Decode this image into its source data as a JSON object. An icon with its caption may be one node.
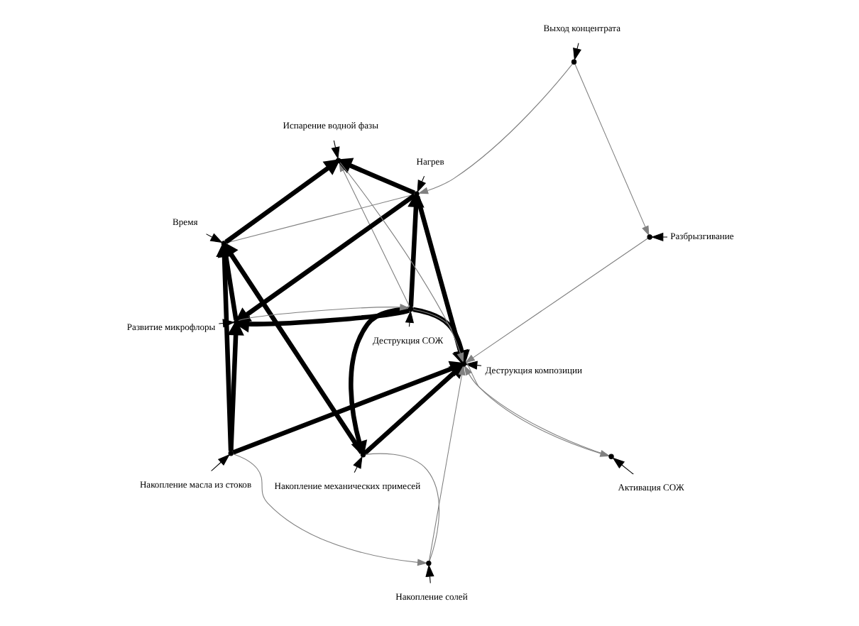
{
  "diagram": {
    "nodes": [
      {
        "text": [
          "Деструкция СОЖ"
        ]
      },
      {
        "text": [
          "Деструкция композиции"
        ]
      },
      {
        "text": [
          "Накопление масла из стоков"
        ]
      },
      {
        "text": [
          "Выход концентрата"
        ]
      },
      {
        "text": [
          "Нагрев"
        ]
      },
      {
        "text": [
          "Время"
        ]
      },
      {
        "text": [
          "Накопление механических примесей"
        ]
      },
      {
        "text": [
          "Накопление солей"
        ]
      },
      {
        "text": [
          "Развитие микрофлоры"
        ]
      },
      {
        "text": [
          "Активация СОЖ"
        ]
      },
      {
        "text": [
          "Разбрызгивание"
        ]
      },
      {
        "text": [
          "Испарение водной фазы"
        ]
      },
      {
        "text": [],
        "shape": "point"
      },
      {
        "text": [],
        "shape": "point"
      },
      {
        "text": [],
        "shape": "point"
      },
      {
        "text": [],
        "shape": "point"
      },
      {
        "text": [],
        "shape": "point"
      },
      {
        "text": [],
        "shape": "point"
      },
      {
        "text": [],
        "shape": "point"
      },
      {
        "text": [],
        "shape": "point"
      },
      {
        "text": [],
        "shape": "point"
      },
      {
        "text": [],
        "shape": "point"
      },
      {
        "text": [],
        "shape": "point"
      },
      {
        "text": [],
        "shape": "point"
      }
    ],
    "edges": [
      {
        "from": 0,
        "to": 12,
        "arrow": "to"
      },
      {
        "from": 1,
        "to": 13,
        "arrow": "to"
      },
      {
        "from": 2,
        "to": 14,
        "arrow": "to"
      },
      {
        "from": 3,
        "to": 15,
        "arrow": "to"
      },
      {
        "from": 4,
        "to": 16,
        "arrow": "to"
      },
      {
        "from": 5,
        "to": 17,
        "arrow": "to"
      },
      {
        "from": 6,
        "to": 18,
        "arrow": "to"
      },
      {
        "from": 7,
        "to": 19,
        "arrow": "to"
      },
      {
        "from": 8,
        "to": 20,
        "arrow": "to"
      },
      {
        "from": 9,
        "to": 21,
        "arrow": "to"
      },
      {
        "from": 10,
        "to": 22,
        "arrow": "to"
      },
      {
        "from": 11,
        "to": 23,
        "arrow": "to"
      },
      {
        "from": 12,
        "to": 13,
        "arrow": "to",
        "style": "thick"
      },
      {
        "from": 14,
        "to": 13,
        "arrow": "to",
        "style": "thick"
      },
      {
        "from": 16,
        "to": 13,
        "arrow": "to",
        "style": "thick"
      },
      {
        "from": 18,
        "to": 13,
        "arrow": "to",
        "style": "thick"
      },
      {
        "from": 14,
        "to": 17,
        "arrow": "to",
        "style": "thick"
      },
      {
        "from": 16,
        "to": 23,
        "arrow": "to",
        "style": "thick"
      },
      {
        "from": 18,
        "to": 17,
        "arrow": "to",
        "style": "thick"
      },
      {
        "from": 20,
        "to": 17,
        "arrow": "to",
        "style": "thick"
      },
      {
        "from": 17,
        "to": 23,
        "arrow": "to",
        "style": "thick"
      },
      {
        "from": 12,
        "to": 16,
        "arrow": "to",
        "style": "thick"
      },
      {
        "from": 12,
        "to": 18,
        "arrow": "to",
        "style": "thick"
      },
      {
        "from": 12,
        "to": 20,
        "arrow": "to",
        "style": "thick"
      },
      {
        "from": 16,
        "to": 20,
        "arrow": "to",
        "style": "thick"
      },
      {
        "from": 14,
        "to": 20,
        "arrow": "to",
        "style": "thick"
      },
      {
        "from": 22,
        "to": 13,
        "arrow": "to",
        "color": "#808080"
      },
      {
        "from": 23,
        "to": 13,
        "arrow": "to",
        "color": "#808080"
      },
      {
        "from": 21,
        "to": 13,
        "arrow": "to",
        "color": "#808080"
      },
      {
        "from": 19,
        "to": 13,
        "arrow": "to",
        "color": "#808080"
      },
      {
        "from": 15,
        "to": 16,
        "arrow": "to",
        "color": "#808080"
      },
      {
        "from": 20,
        "to": 12,
        "arrow": "to",
        "color": "#808080"
      },
      {
        "from": 12,
        "to": 21,
        "arrow": "to",
        "color": "#808080"
      },
      {
        "from": 12,
        "to": 23,
        "arrow": "to",
        "color": "#808080"
      },
      {
        "from": 14,
        "to": 19,
        "arrow": "to",
        "color": "#808080"
      },
      {
        "from": 16,
        "to": 17,
        "arrow": "none",
        "color": "#808080"
      },
      {
        "from": 18,
        "to": 19,
        "arrow": "none",
        "color": "#808080"
      },
      {
        "from": 15,
        "to": 22,
        "arrow": "to",
        "color": "#808080"
      }
    ]
  }
}
